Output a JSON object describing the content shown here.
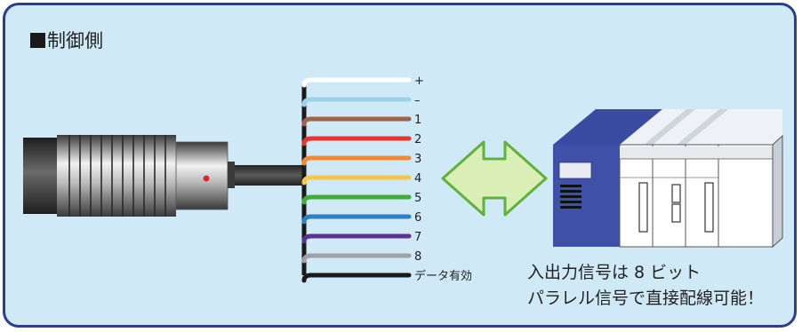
{
  "title": "制御側",
  "wires": [
    {
      "label": "+",
      "color": "#ffffff"
    },
    {
      "label": "–",
      "color": "#9bd3e8"
    },
    {
      "label": "1",
      "color": "#a0624a"
    },
    {
      "label": "2",
      "color": "#e8342a"
    },
    {
      "label": "3",
      "color": "#ef8a3a"
    },
    {
      "label": "4",
      "color": "#f6c84a"
    },
    {
      "label": "5",
      "color": "#3fae36"
    },
    {
      "label": "6",
      "color": "#2f7fc6"
    },
    {
      "label": "7",
      "color": "#5a3290"
    },
    {
      "label": "8",
      "color": "#9ea2a6"
    },
    {
      "label": "データ有効",
      "color": "#1a1a1a"
    }
  ],
  "caption": {
    "line1": "入出力信号は 8 ビット",
    "line2": "パラレル信号で直接配線可能！"
  },
  "colors": {
    "border": "#2a3d8f",
    "panel_bg": "#cfe9f6",
    "arrow_fill": "#d9efb5",
    "arrow_stroke": "#5fb23a",
    "plc_blue": "#3f50a8",
    "plc_front": "#ffffff",
    "plc_side": "#c8cdd6"
  },
  "icons": [
    "connector-icon",
    "double-arrow-icon",
    "plc-icon"
  ]
}
